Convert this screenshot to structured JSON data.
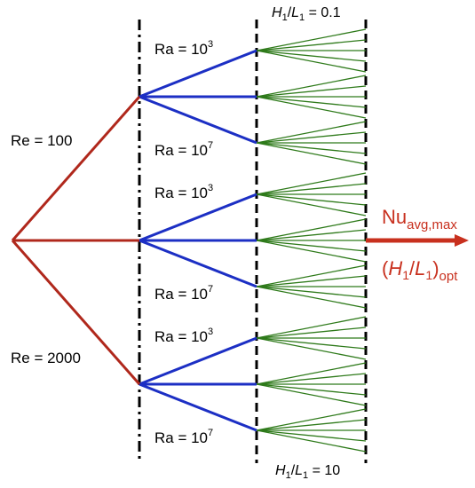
{
  "colors": {
    "re_branch": "#b0281c",
    "ra_branch": "#1c2fc4",
    "ratio_branch": "#2e7a1a",
    "output": "#c8301e",
    "divider": "#000000"
  },
  "labels": {
    "re_low": "Re = 100",
    "re_high": "Re = 2000",
    "ra_low_base": "Ra = 10",
    "ra_low_exp": "3",
    "ra_high_base": "Ra = 10",
    "ra_high_exp": "7",
    "ratio_top_h": "H",
    "ratio_top_hsub": "1",
    "ratio_top_slash": "/",
    "ratio_top_l": "L",
    "ratio_top_lsub": "1",
    "ratio_top_value": " = 0.1",
    "ratio_bottom_h": "H",
    "ratio_bottom_hsub": "1",
    "ratio_bottom_slash": "/",
    "ratio_bottom_l": "L",
    "ratio_bottom_lsub": "1",
    "ratio_bottom_value": " = 10"
  },
  "output": {
    "nu_main": "Nu",
    "nu_sub": "avg,max",
    "opt_open": "(",
    "opt_h": "H",
    "opt_hsub": "1",
    "opt_slash": "/",
    "opt_l": "L",
    "opt_lsub": "1",
    "opt_close": ")",
    "opt_sub": "opt"
  }
}
